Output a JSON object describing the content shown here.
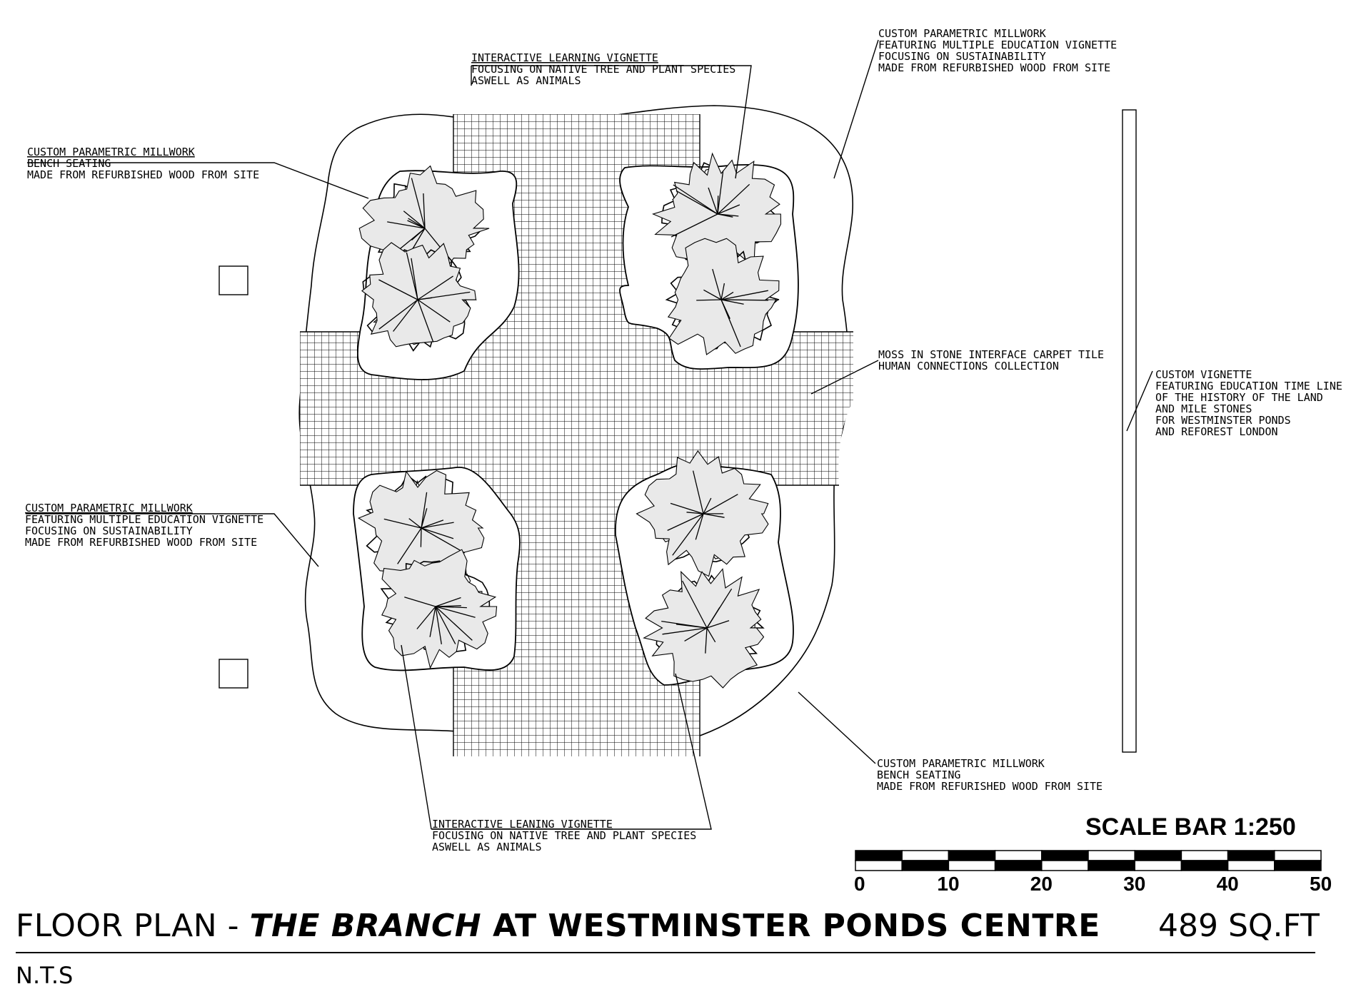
{
  "labels": {
    "left_top": [
      "CUSTOM PARAMETRIC MILLWORK",
      "BENCH SEATING",
      "MADE FROM REFURBISHED WOOD FROM SITE"
    ],
    "top_center": [
      "INTERACTIVE LEARNING VIGNETTE",
      "FOCUSING ON NATIVE TREE AND PLANT SPECIES",
      "ASWELL AS ANIMALS"
    ],
    "right_top": [
      "CUSTOM PARAMETRIC MILLWORK",
      "FEATURING MULTIPLE EDUCATION VIGNETTE",
      "FOCUSING ON SUSTAINABILITY",
      "MADE FROM REFURBISHED WOOD FROM SITE"
    ],
    "moss": [
      "MOSS IN STONE INTERFACE CARPET TILE",
      "HUMAN CONNECTIONS COLLECTION"
    ],
    "custom_vignette": [
      "CUSTOM VIGNETTE",
      "FEATURING EDUCATION TIME LINE",
      "OF THE HISTORY OF THE LAND",
      "AND MILE STONES",
      "FOR WESTMINSTER PONDS",
      "AND REFOREST LONDON"
    ],
    "left_bottom": [
      "CUSTOM PARAMETRIC MILLWORK",
      "FEATURING MULTIPLE EDUCATION VIGNETTE",
      "FOCUSING ON SUSTAINABILITY",
      "MADE FROM REFURBISHED WOOD FROM SITE"
    ],
    "right_bottom": [
      "CUSTOM PARAMETRIC MILLWORK",
      "BENCH SEATING",
      "MADE FROM REFURISHED WOOD FROM SITE"
    ],
    "bottom_center": [
      "INTERACTIVE LEANING VIGNETTE",
      "FOCUSING ON NATIVE TREE AND PLANT SPECIES",
      "ASWELL AS ANIMALS"
    ]
  },
  "scale_bar": {
    "title": "SCALE BAR 1:250",
    "ticks": [
      "0",
      "10",
      "20",
      "30",
      "40",
      "50"
    ]
  },
  "title_block": {
    "prefix": "FLOOR PLAN - ",
    "italic_name": "THE BRANCH",
    "suffix": " AT WESTMINSTER PONDS CENTRE",
    "area": "489 SQ.FT",
    "scale_note": "N.T.S"
  }
}
